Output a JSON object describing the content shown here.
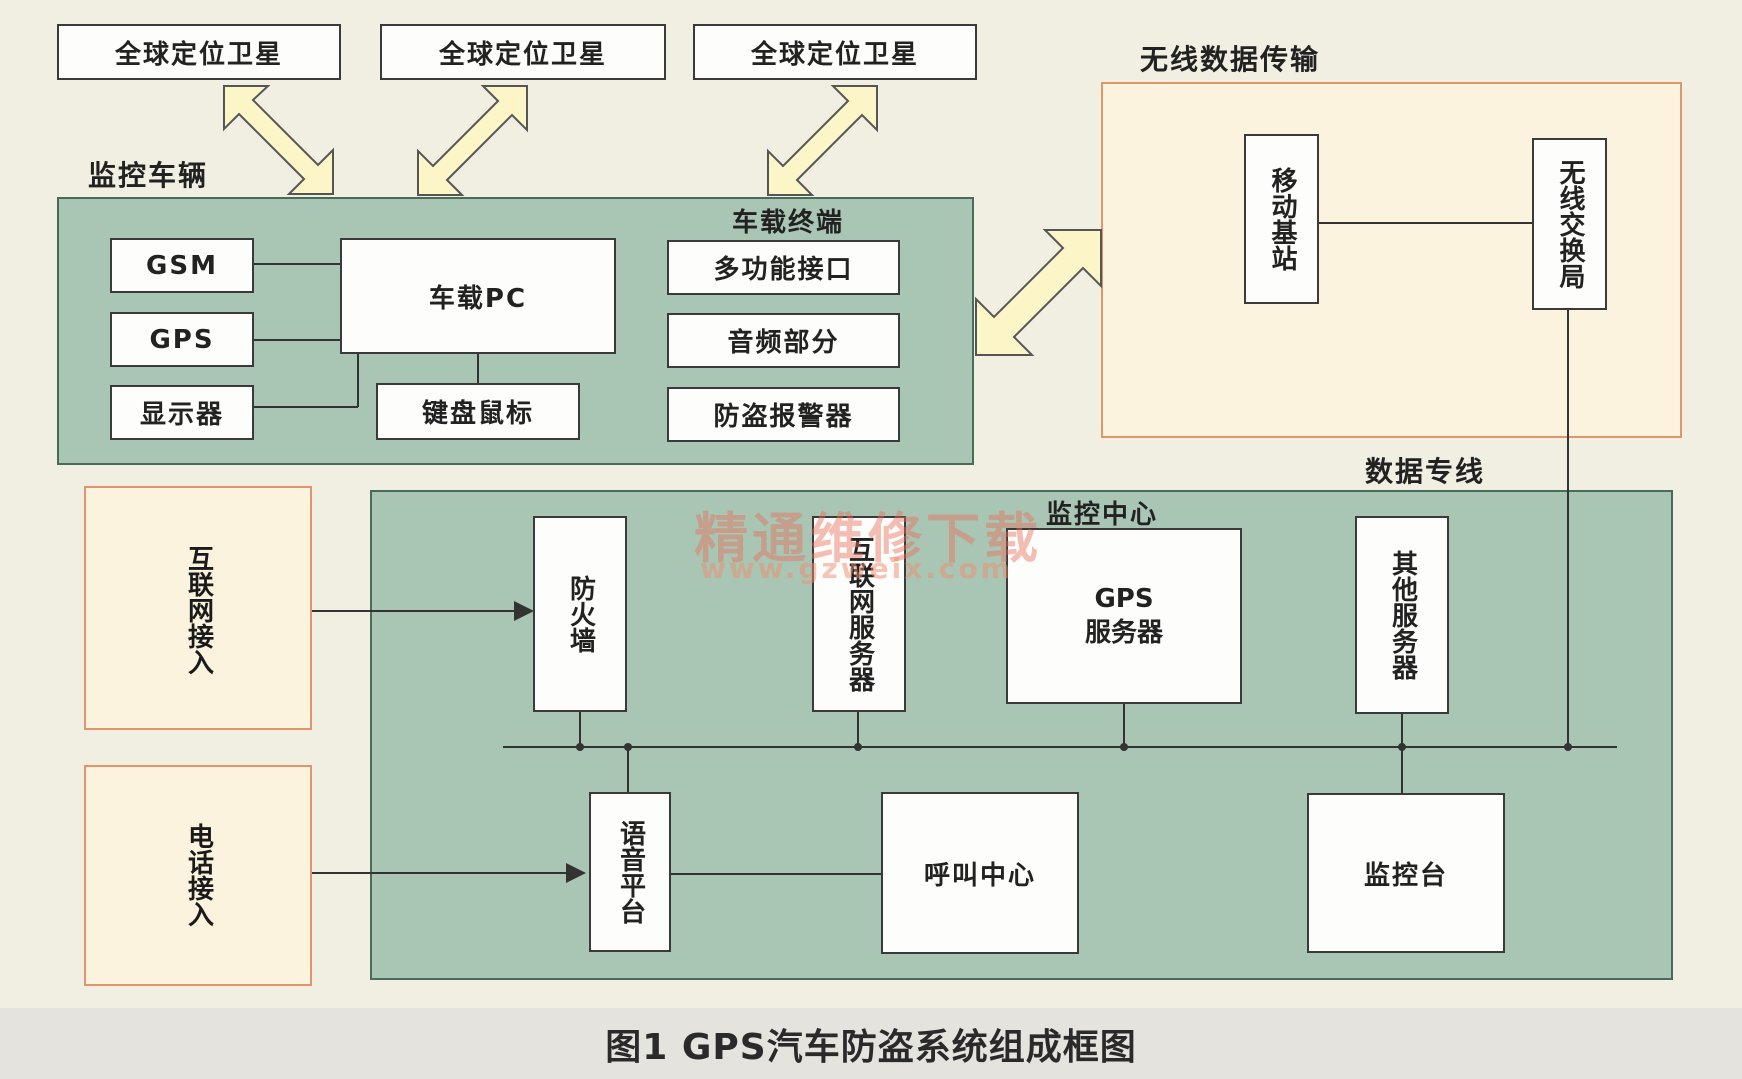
{
  "satellites": [
    "全球定位卫星",
    "全球定位卫星",
    "全球定位卫星"
  ],
  "vehicle": {
    "title": "监控车辆",
    "terminal_label": "车载终端",
    "gsm": "GSM",
    "gps": "GPS",
    "display": "显示器",
    "pc": "车载PC",
    "keyboard": "键盘鼠标",
    "multi_port": "多功能接口",
    "audio": "音频部分",
    "alarm": "防盗报警器"
  },
  "wireless": {
    "title": "无线数据传输",
    "base_station": "移动基站",
    "switch": "无线交换局",
    "dedicated_line": "数据专线"
  },
  "access": {
    "internet": "互联网接入",
    "phone": "电话接入"
  },
  "center": {
    "title": "监控中心",
    "firewall": "防火墙",
    "web_server": "互联网服务器",
    "gps_server_line1": "GPS",
    "gps_server_line2": "服务器",
    "other_server": "其他服务器",
    "voice_platform": "语音平台",
    "call_center": "呼叫中心",
    "console": "监控台"
  },
  "watermark": {
    "cn": "精通维修下载",
    "url": "www.gzweix.com"
  },
  "caption": "图1  GPS汽车防盗系统组成框图",
  "colors": {
    "background": "#f1eee2",
    "green_panel": "#a9c6b4",
    "orange_panel_border": "#e0956a",
    "arrow_fill": "#fbf5c8"
  }
}
